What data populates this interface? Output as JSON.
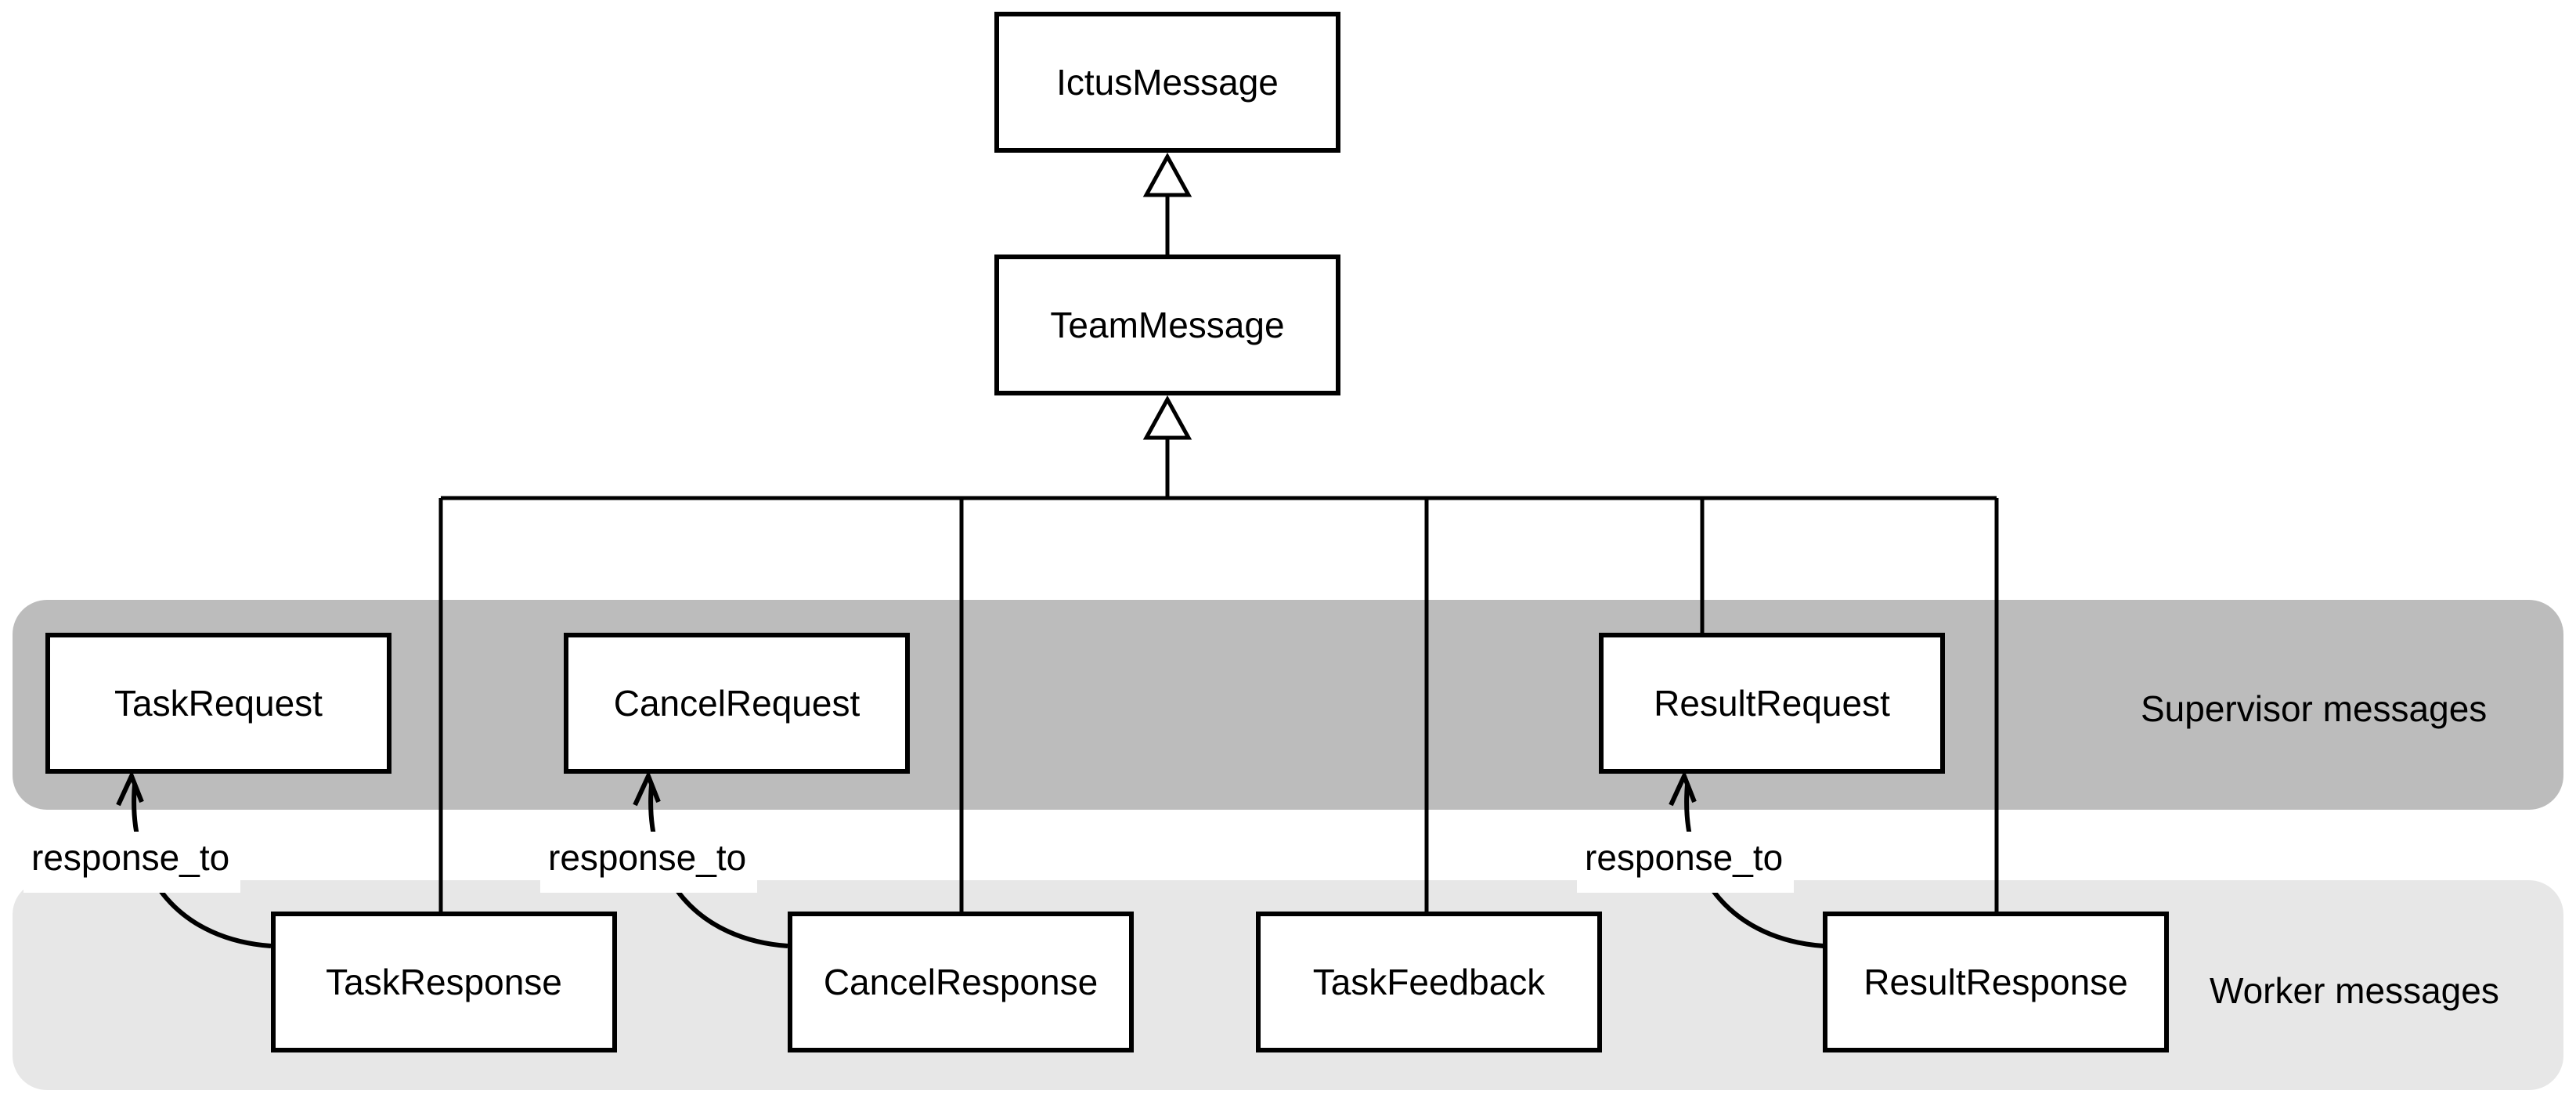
{
  "diagram": {
    "nodes": {
      "ictus_message": {
        "label": "IctusMessage"
      },
      "team_message": {
        "label": "TeamMessage"
      },
      "task_request": {
        "label": "TaskRequest"
      },
      "cancel_request": {
        "label": "CancelRequest"
      },
      "result_request": {
        "label": "ResultRequest"
      },
      "task_response": {
        "label": "TaskResponse"
      },
      "cancel_response": {
        "label": "CancelResponse"
      },
      "task_feedback": {
        "label": "TaskFeedback"
      },
      "result_response": {
        "label": "ResultResponse"
      }
    },
    "bands": {
      "supervisor": {
        "label": "Supervisor messages",
        "color": "#bcbcbc"
      },
      "worker": {
        "label": "Worker messages",
        "color": "#e7e7e7"
      }
    },
    "edges": {
      "response_to_label": "response_to",
      "inheritance": [
        {
          "from": "TeamMessage",
          "to": "IctusMessage"
        },
        {
          "from": "TaskResponse",
          "to": "TeamMessage"
        },
        {
          "from": "CancelResponse",
          "to": "TeamMessage"
        },
        {
          "from": "TaskFeedback",
          "to": "TeamMessage"
        },
        {
          "from": "ResultRequest",
          "to": "TeamMessage"
        },
        {
          "from": "ResultResponse",
          "to": "TeamMessage"
        }
      ],
      "response_to": [
        {
          "from": "TaskResponse",
          "to": "TaskRequest"
        },
        {
          "from": "CancelResponse",
          "to": "CancelRequest"
        },
        {
          "from": "ResultResponse",
          "to": "ResultRequest"
        }
      ]
    },
    "colors": {
      "line": "#000000",
      "node_fill": "#ffffff",
      "background": "#ffffff"
    }
  }
}
